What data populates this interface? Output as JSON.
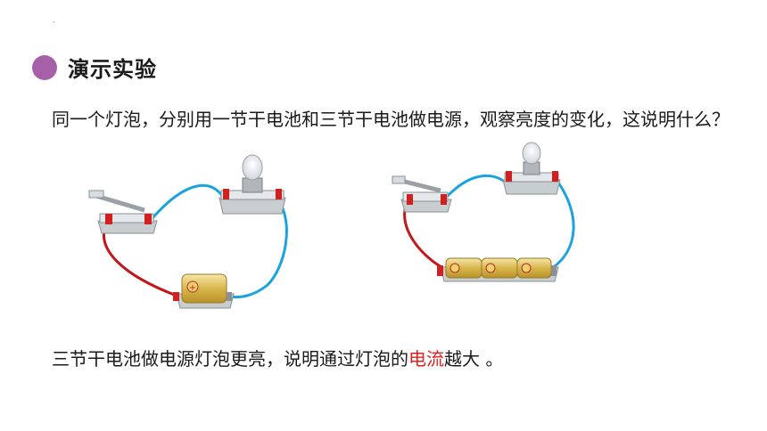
{
  "title": "演示实验",
  "question": "同一个灯泡，分别用一节干电池和三节干电池做电源，观察亮度的变化，这说明什么？",
  "answer": {
    "before": "三节干电池做电源灯泡更亮，说明通过灯泡的",
    "highlight": "电流",
    "after": "越大 。"
  },
  "colors": {
    "bullet": "#a660a8",
    "highlight": "#e02020",
    "wire_blue": "#1aa3dd",
    "wire_red": "#c0181c"
  }
}
